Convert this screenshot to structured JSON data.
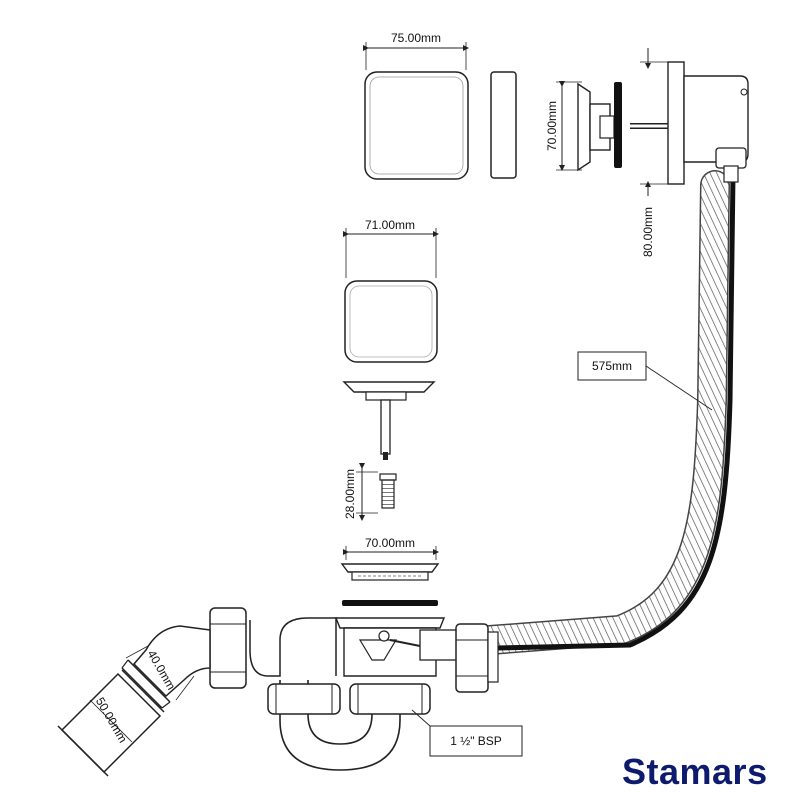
{
  "diagram": {
    "dimensions": {
      "top_plate_width": "75.00mm",
      "top_plate_height": "70.00mm",
      "overflow_drop": "80.00mm",
      "hose_length": "575mm",
      "plug_width": "71.00mm",
      "screw_length": "28.00mm",
      "strainer_width": "70.00mm",
      "bend_outlet": "40.0mm",
      "outlet_diameter": "50.00mm",
      "thread_size": "1 ½\" BSP"
    },
    "brand": "Stamars",
    "colors": {
      "line": "#222222",
      "hose": "#777777",
      "cable": "#111111",
      "brand": "#0d1a6e"
    }
  }
}
